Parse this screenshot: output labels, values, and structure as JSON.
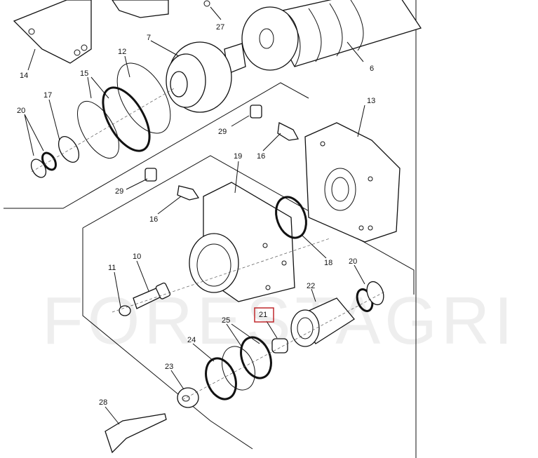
{
  "watermark": "FORESTAGRI",
  "highlight_color": "#c0282d",
  "callouts": {
    "c27": "27",
    "c7": "7",
    "c12": "12",
    "c6": "6",
    "c14": "14",
    "c15": "15",
    "c17": "17",
    "c20a": "20",
    "c13": "13",
    "c29a": "29",
    "c16a": "16",
    "c19": "19",
    "c29b": "29",
    "c16b": "16",
    "c10": "10",
    "c11": "11",
    "c18": "18",
    "c20b": "20",
    "c22": "22",
    "c21": "21",
    "c25": "25",
    "c24": "24",
    "c23": "23",
    "c28": "28"
  }
}
